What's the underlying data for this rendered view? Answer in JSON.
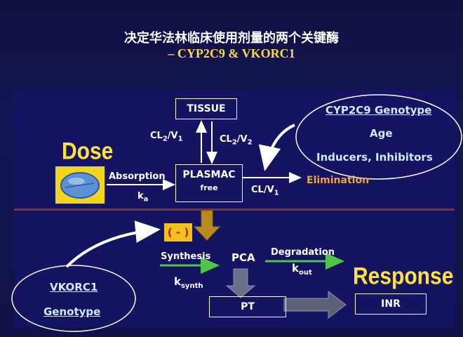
{
  "title_cn": "决定华法林临床使用剂量的两个关键酶",
  "subtitle": "– CYP2C9 & VKORC1",
  "top": {
    "dose": "Dose",
    "absorption": "Absorption",
    "ka_main": "k",
    "ka_sub": "a",
    "tissue": "TISSUE",
    "plasma_main": "PLASMAC",
    "plasma_sub": "free",
    "cl2v1": {
      "a": "CL",
      "b": "2",
      "c": "/V",
      "d": "1"
    },
    "cl2v2": {
      "a": "CL",
      "b": "2",
      "c": "/V",
      "d": "2"
    },
    "clv1": {
      "a": "CL/V",
      "b": "1"
    },
    "elimination": "Elimination",
    "cyp_ellipse": [
      "CYP2C9 Genotype",
      "Age",
      "Inducers, Inhibitors"
    ]
  },
  "bottom": {
    "inhibit": "( - )",
    "synthesis": "Synthesis",
    "ksynth_main": "k",
    "ksynth_sub": "synth",
    "pca": "PCA",
    "degradation": "Degradation",
    "kout_main": "k",
    "kout_sub": "out",
    "response": "Response",
    "pt": "PT",
    "inr": "INR",
    "vkorc1": [
      "VKORC1",
      "Genotype"
    ]
  },
  "colors": {
    "background": "#121452",
    "panel": "#141463",
    "divider": "#8a2f2a",
    "yellow": "#ffe23a",
    "elimination": "#f0a43a",
    "green_arrow": "#4fc64a",
    "gray_arrow": "#6b6f8a"
  }
}
